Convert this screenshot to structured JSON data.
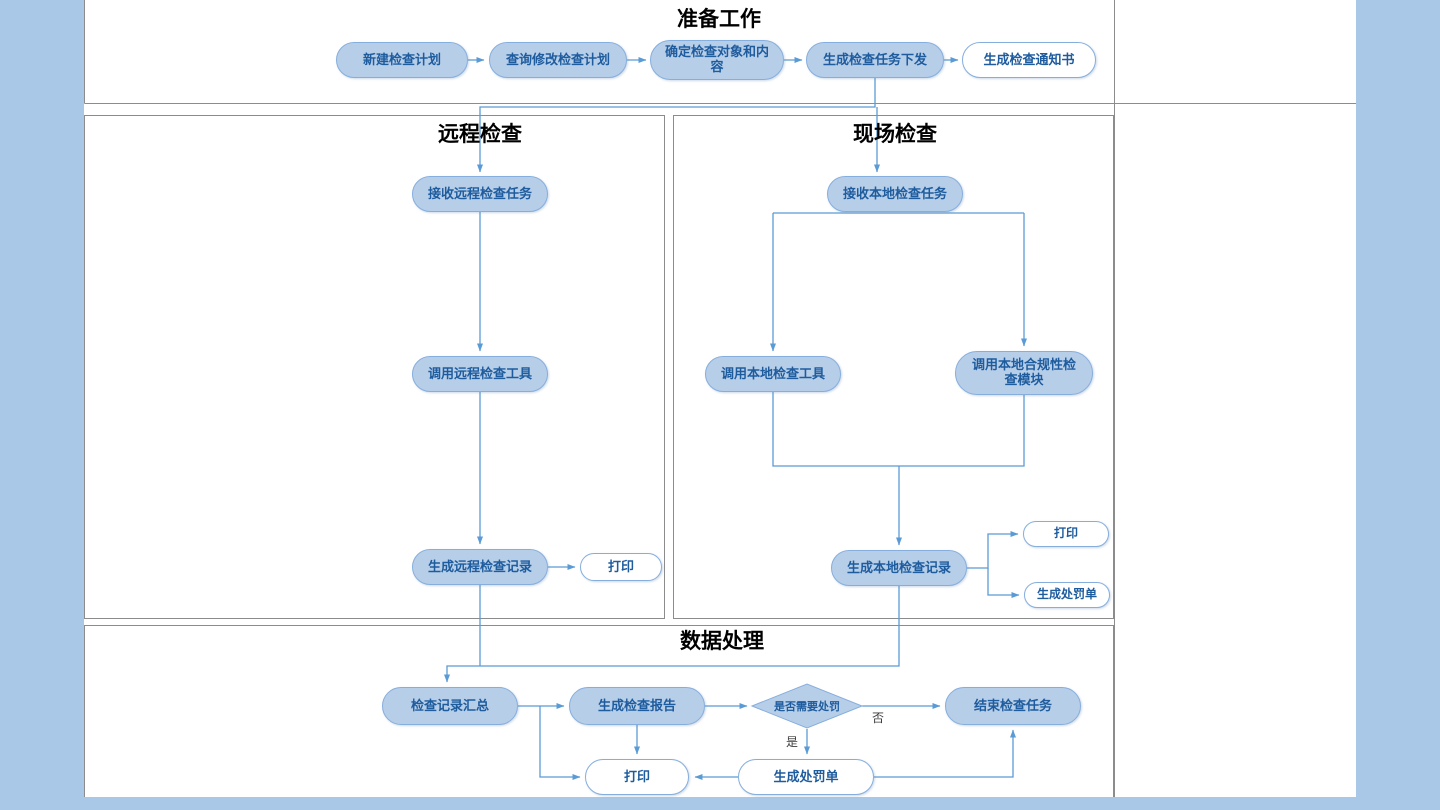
{
  "page": {
    "background_color": "#a9c7e6",
    "canvas_color": "#ffffff"
  },
  "colors": {
    "node_fill": "#b7cee9",
    "node_border": "#86aedd",
    "node_text": "#1e5c9e",
    "connector": "#5b9bd5",
    "frame_line": "#8c8c8c"
  },
  "sections": {
    "prepare": {
      "title": "准备工作"
    },
    "remote": {
      "title": "远程检查"
    },
    "onsite": {
      "title": "现场检查"
    },
    "process": {
      "title": "数据处理"
    }
  },
  "nodes": {
    "prep_new_plan": {
      "label": "新建检查计划"
    },
    "prep_query_modify": {
      "label": "查询修改检查计划"
    },
    "prep_confirm_target": {
      "label": "确定检查对象和内容"
    },
    "prep_generate_task": {
      "label": "生成检查任务下发"
    },
    "prep_generate_notice": {
      "label": "生成检查通知书"
    },
    "remote_receive": {
      "label": "接收远程检查任务"
    },
    "remote_invoke_tool": {
      "label": "调用远程检查工具"
    },
    "remote_generate_record": {
      "label": "生成远程检查记录"
    },
    "remote_print": {
      "label": "打印"
    },
    "onsite_receive": {
      "label": "接收本地检查任务"
    },
    "onsite_invoke_tool": {
      "label": "调用本地检查工具"
    },
    "onsite_invoke_compliance": {
      "label": "调用本地合规性检查模块"
    },
    "onsite_generate_record": {
      "label": "生成本地检查记录"
    },
    "onsite_print": {
      "label": "打印"
    },
    "onsite_penalty": {
      "label": "生成处罚单"
    },
    "data_summary": {
      "label": "检查记录汇总"
    },
    "data_report": {
      "label": "生成检查报告"
    },
    "data_decision": {
      "label": "是否需要处罚"
    },
    "data_end": {
      "label": "结束检查任务"
    },
    "data_print": {
      "label": "打印"
    },
    "data_penalty": {
      "label": "生成处罚单"
    }
  },
  "edge_labels": {
    "yes": "是",
    "no": "否"
  }
}
